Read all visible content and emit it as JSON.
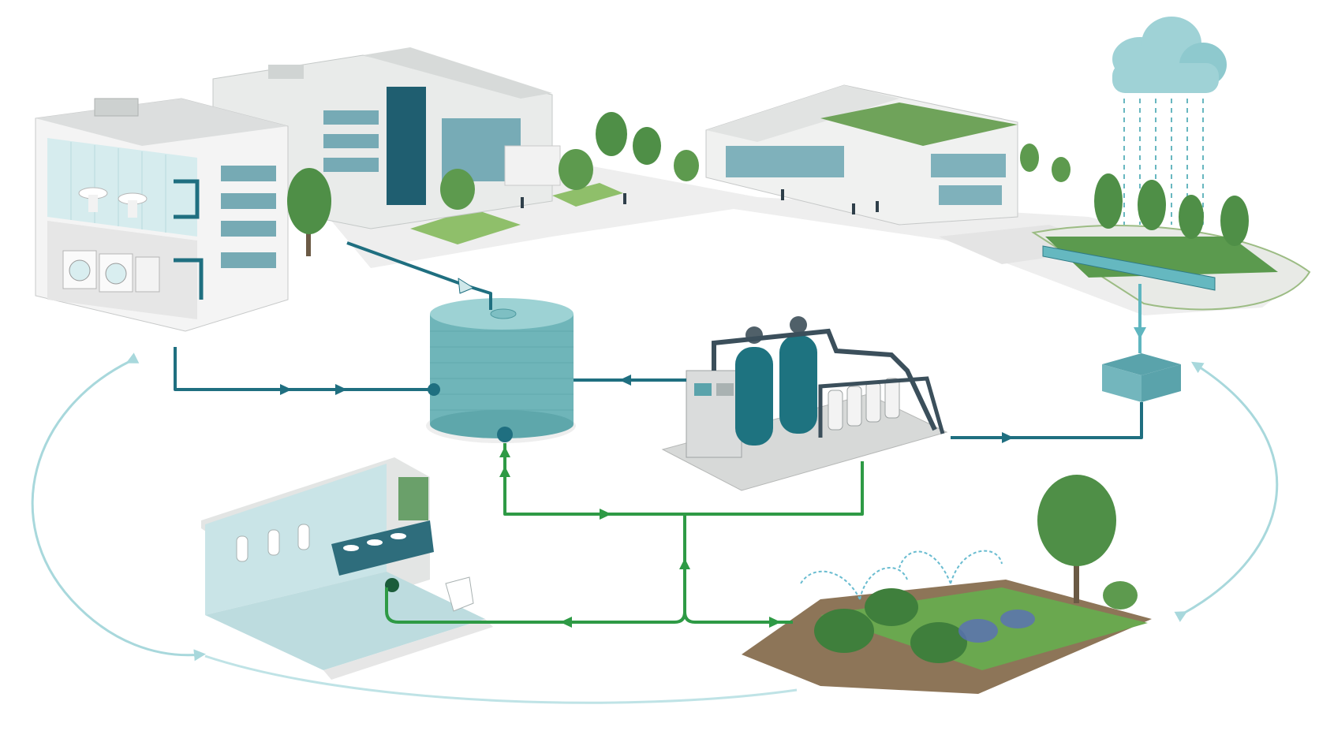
{
  "diagram": {
    "nodes": [
      {
        "id": "campus-buildings",
        "icon": "office-building-icon"
      },
      {
        "id": "sports-hall",
        "icon": "green-roof-building-icon"
      },
      {
        "id": "rain-cloud",
        "icon": "rain-cloud-icon"
      },
      {
        "id": "storage-tank",
        "icon": "water-tank-icon"
      },
      {
        "id": "treatment-plant",
        "icon": "filtration-unit-icon"
      },
      {
        "id": "collection-sump",
        "icon": "collection-basin-icon"
      },
      {
        "id": "restroom",
        "icon": "restroom-icon"
      },
      {
        "id": "garden-irrigation",
        "icon": "sprinkler-garden-icon"
      }
    ],
    "colors": {
      "teal_pipe": "#1f6f80",
      "green_pipe": "#2e9a45",
      "cycle_arrow": "#a8d8dc",
      "water": "#5fb6c0",
      "tank": "#6fb5b9",
      "vessel": "#1e7380",
      "foliage": "#4f8f47",
      "soil": "#8d7558"
    }
  }
}
